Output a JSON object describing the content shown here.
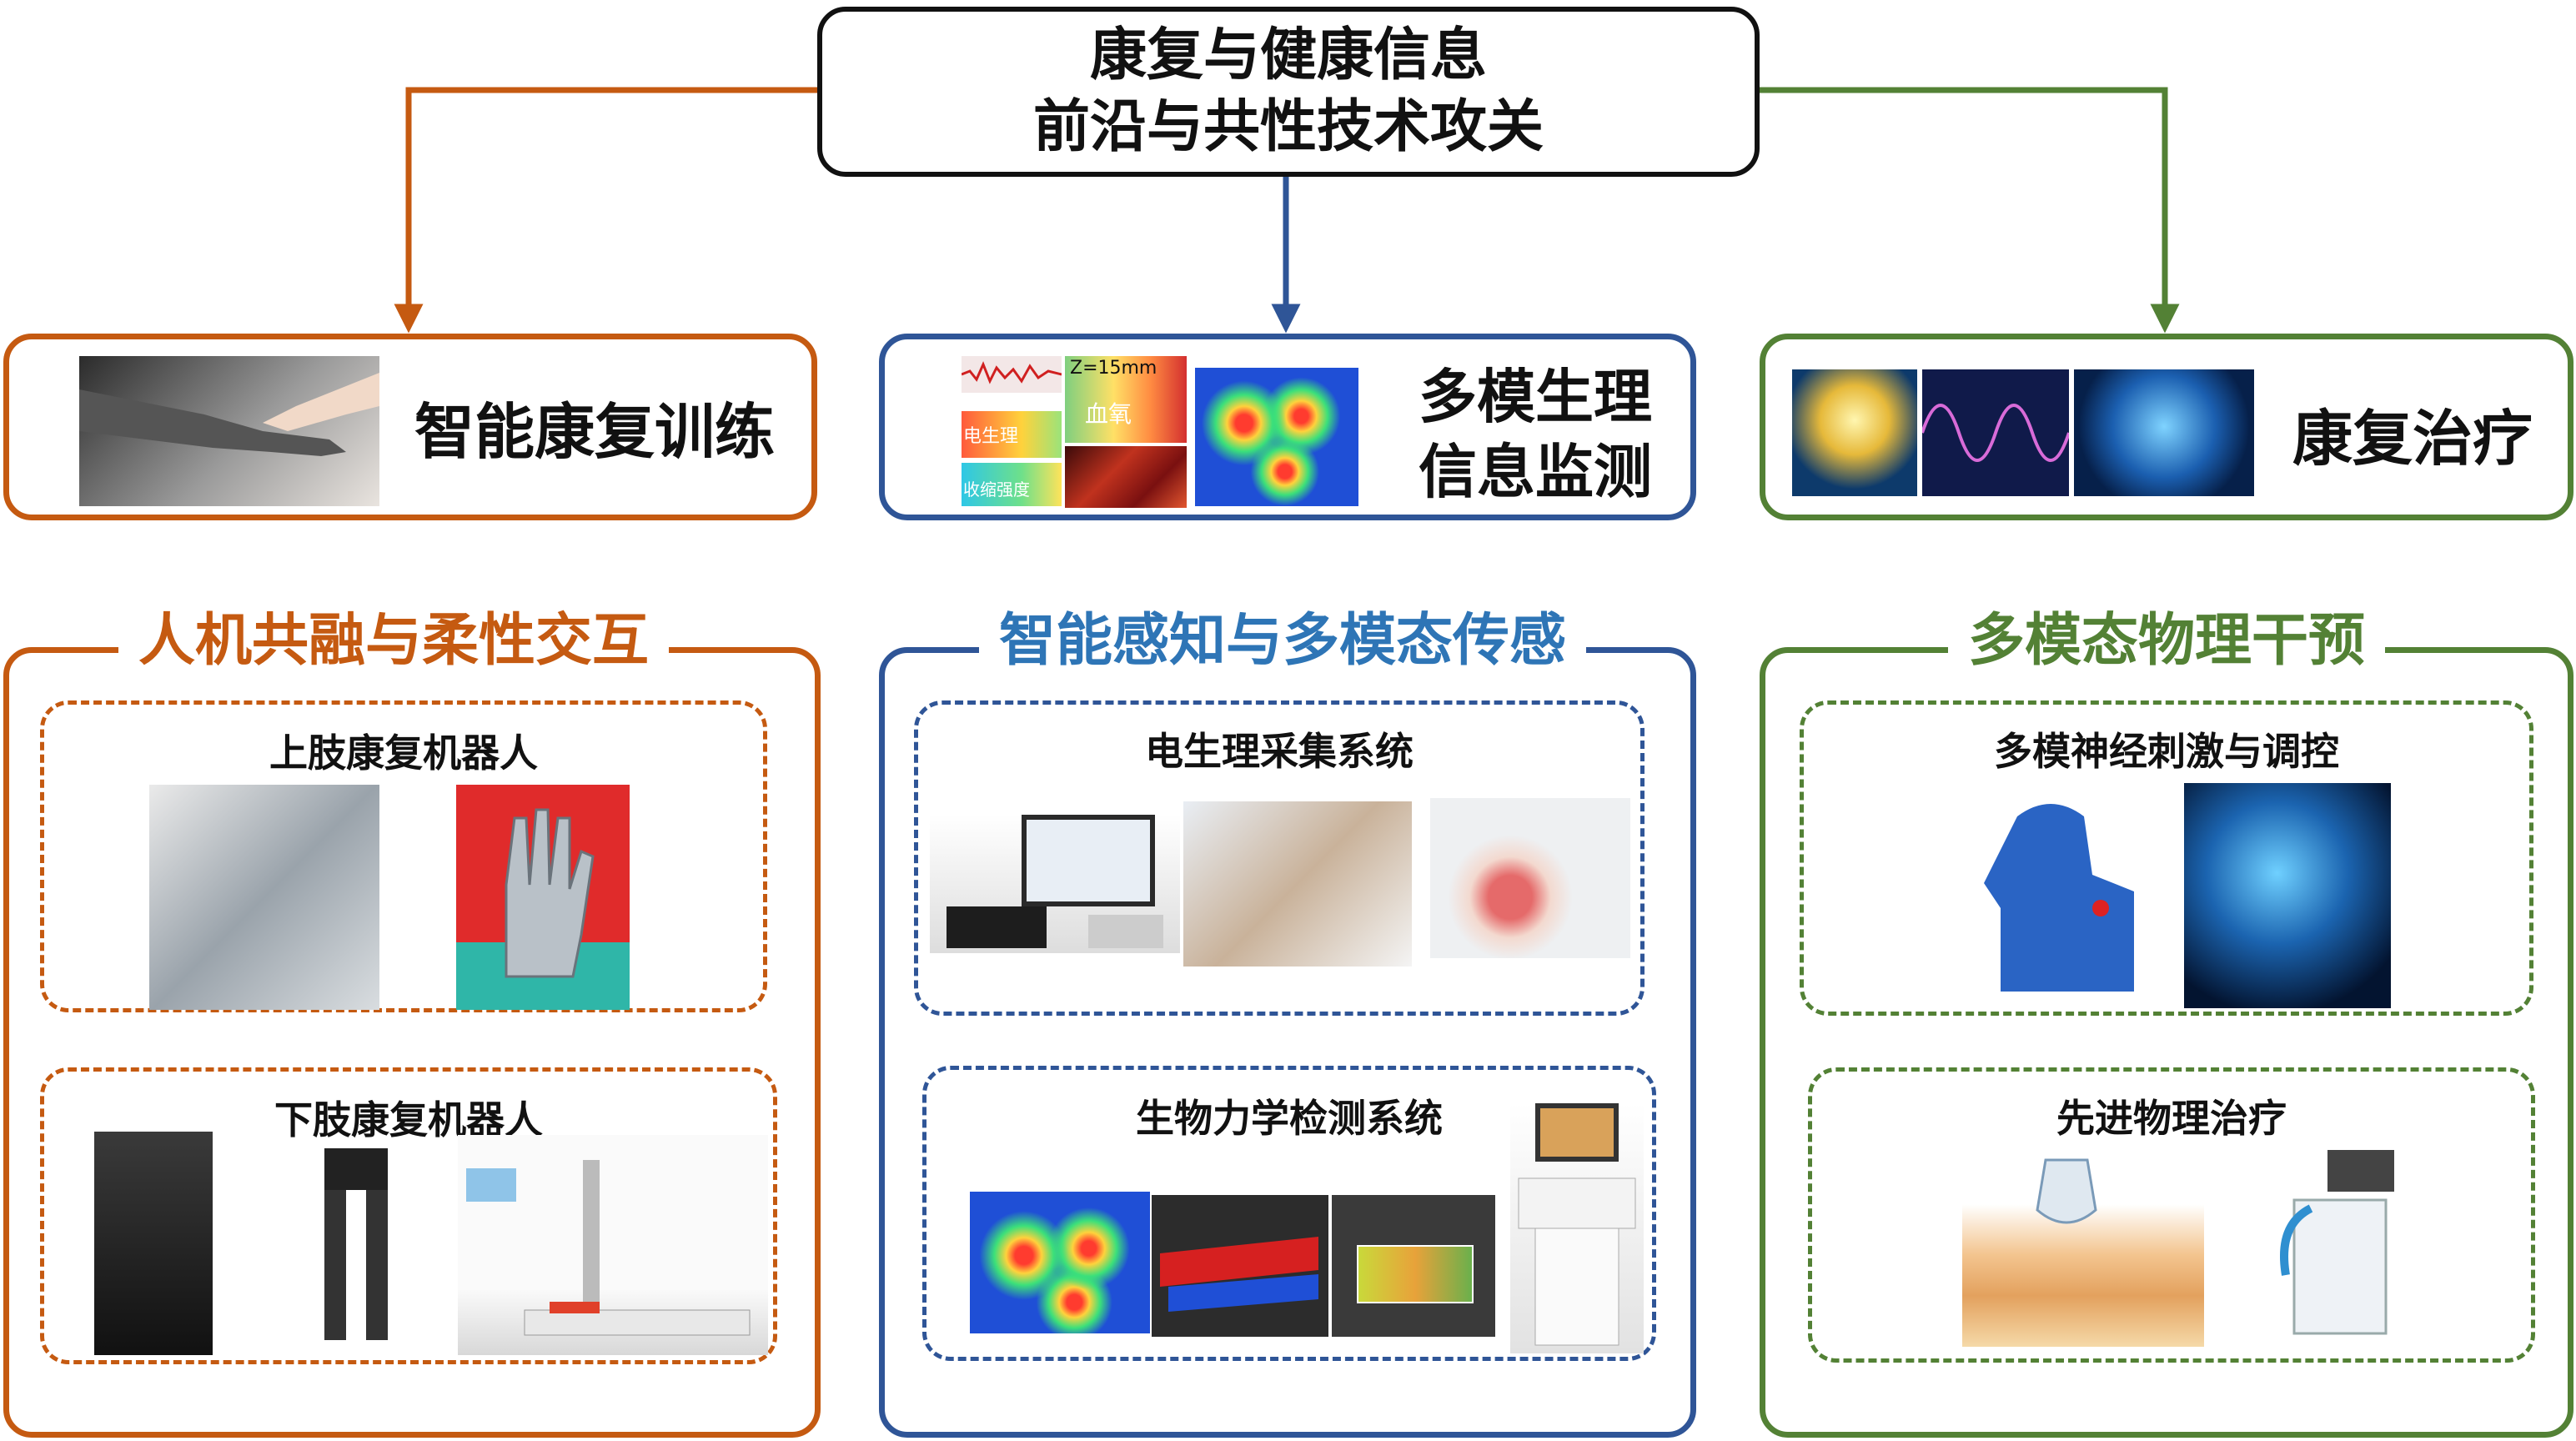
{
  "colors": {
    "orange": "#c55a11",
    "blue": "#2f5597",
    "green": "#538135",
    "black": "#111111"
  },
  "top": {
    "line1": "康复与健康信息",
    "line2": "前沿与共性技术攻关"
  },
  "level1": {
    "left": {
      "label": "智能康复训练"
    },
    "middle": {
      "line1": "多模生理",
      "line2": "信息监测",
      "img_labels": {
        "blood": "血氧",
        "scale": "Z=15mm",
        "ep": "电生理",
        "contract": "收缩强度"
      }
    },
    "right": {
      "label": "康复治疗"
    }
  },
  "sections": {
    "left": {
      "title": "人机共融与柔性交互",
      "sub1": "上肢康复机器人",
      "sub2": "下肢康复机器人"
    },
    "middle": {
      "title": "智能感知与多模态传感",
      "sub1": "电生理采集系统",
      "sub2": "生物力学检测系统"
    },
    "right": {
      "title": "多模态物理干预",
      "sub1": "多模神经刺激与调控",
      "sub2": "先进物理治疗"
    }
  }
}
